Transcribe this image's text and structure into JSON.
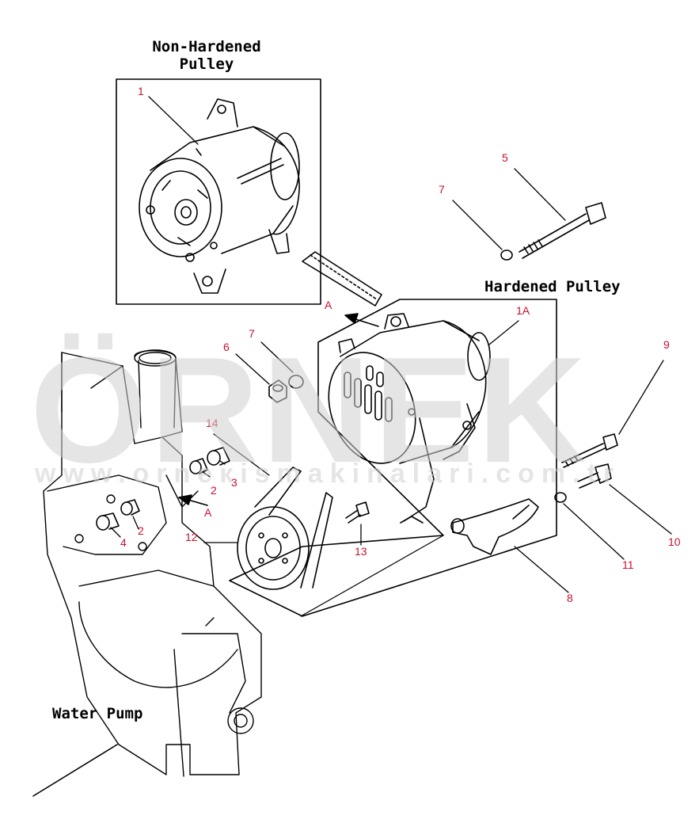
{
  "headings": {
    "non_hardened": "Non-Hardened\nPulley",
    "hardened": "Hardened Pulley",
    "water_pump": "Water Pump"
  },
  "watermark": {
    "brand": "ÖRNEK",
    "site": "www.orneкismakinalari.com.tr"
  },
  "callouts": [
    "1",
    "1A",
    "2",
    "2",
    "3",
    "4",
    "5",
    "6",
    "7",
    "7",
    "8",
    "9",
    "10",
    "11",
    "12",
    "13",
    "14",
    "A",
    "A"
  ],
  "colors": {
    "callout": "#c8102e",
    "line": "#000000",
    "watermark": "#d0d0d0"
  }
}
